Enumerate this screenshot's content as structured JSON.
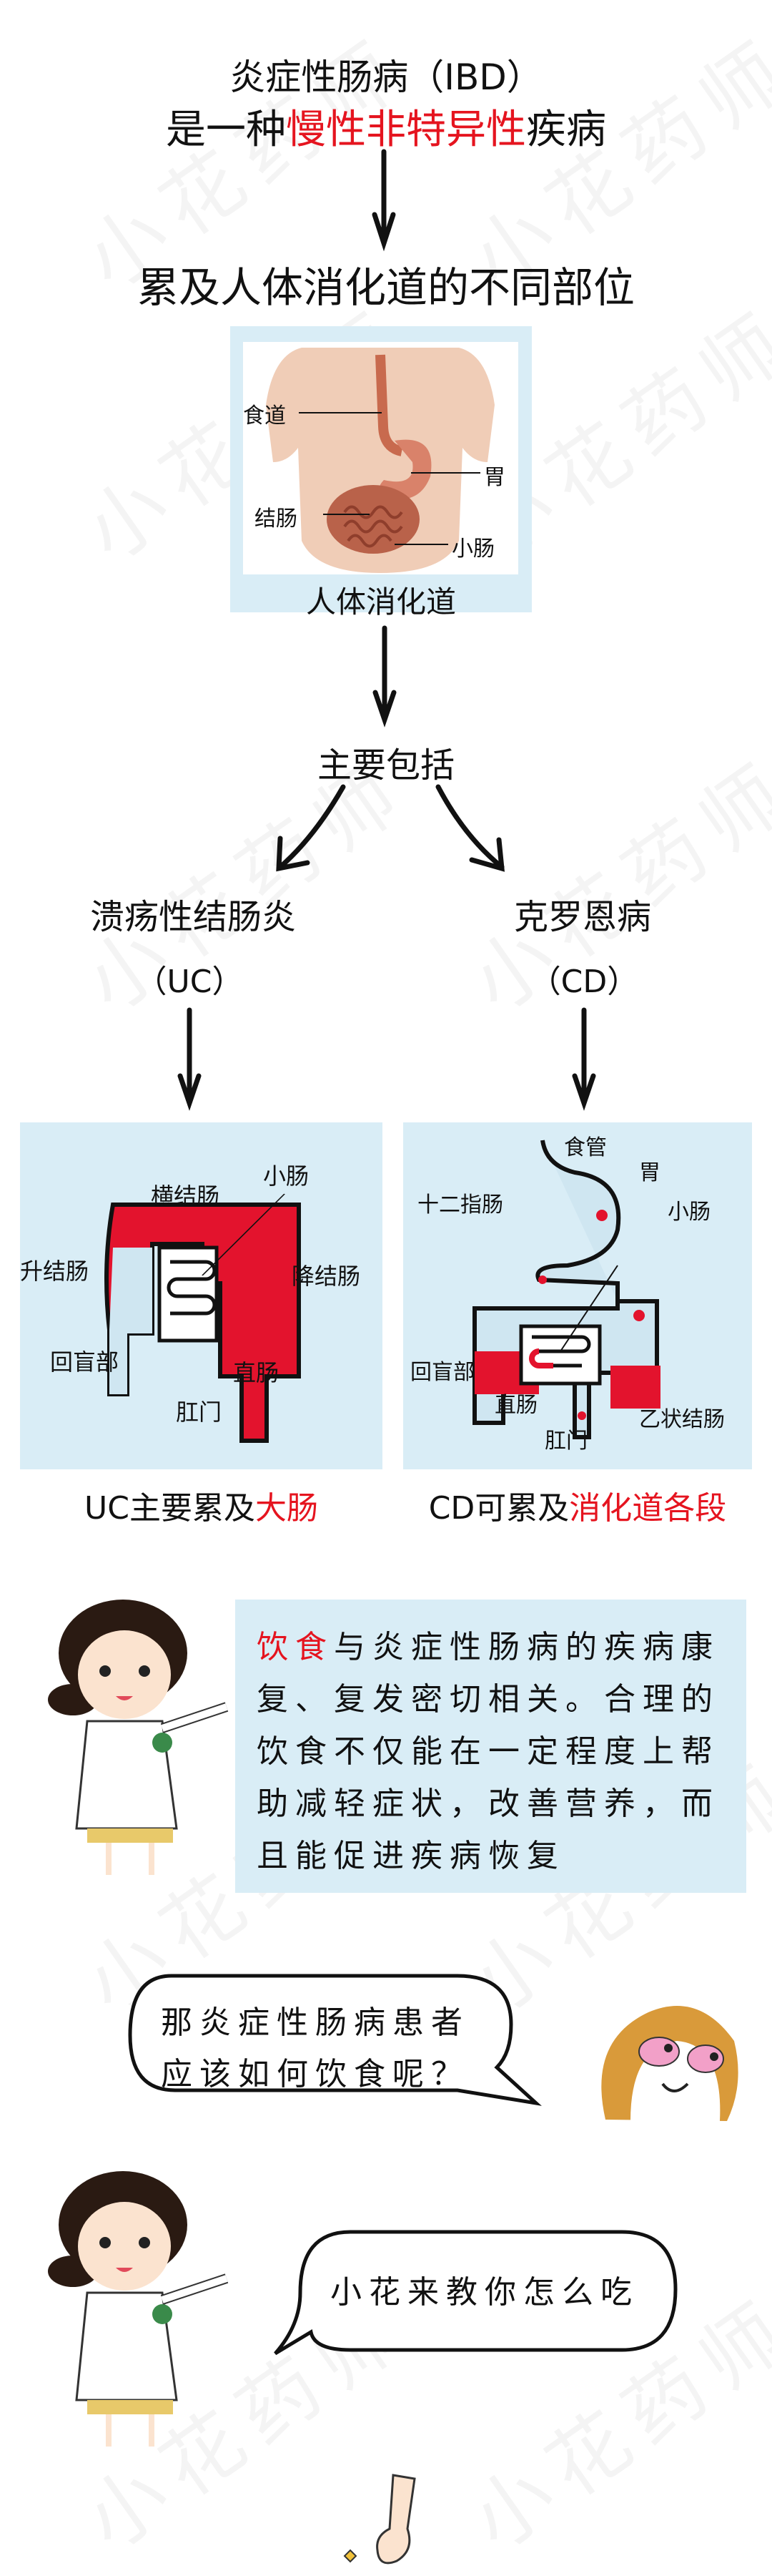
{
  "watermark": "小花药师",
  "intro": {
    "title_line1": "炎症性肠病（IBD）",
    "title_line2_prefix": "是一种",
    "title_line2_highlight": "慢性非特异性",
    "title_line2_suffix": "疾病",
    "step2": "累及人体消化道的不同部位"
  },
  "anatomy": {
    "caption": "人体消化道",
    "labels": [
      "食道",
      "胃",
      "结肠",
      "小肠"
    ]
  },
  "includes": {
    "heading": "主要包括",
    "uc_name": "溃疡性结肠炎",
    "uc_abbr": "（UC）",
    "cd_name": "克罗恩病",
    "cd_abbr": "（CD）"
  },
  "uc_diagram": {
    "labels": [
      "小肠",
      "横结肠",
      "升结肠",
      "降结肠",
      "回盲部",
      "直肠",
      "肛门"
    ],
    "caption_prefix": "UC主要累及",
    "caption_highlight": "大肠"
  },
  "cd_diagram": {
    "labels": [
      "食管",
      "胃",
      "十二指肠",
      "小肠",
      "回盲部",
      "直肠",
      "乙状结肠",
      "肛门"
    ],
    "caption_prefix": "CD可累及",
    "caption_highlight": "消化道各段"
  },
  "diet_info": {
    "highlight": "饮食",
    "lines": [
      "与炎症性肠病的疾病康",
      "复、复发密切相关。合理的",
      "饮食不仅能在一定程度上帮",
      "助减轻症状，改善营养，而",
      "且能促进疾病恢复"
    ]
  },
  "dialog": {
    "question_line1": "那炎症性肠病患者",
    "question_line2": "应该如何饮食呢？",
    "answer": "小花来教你怎么吃"
  },
  "colors": {
    "accent_red": "#e5141f",
    "panel_blue": "#d9edf6"
  }
}
